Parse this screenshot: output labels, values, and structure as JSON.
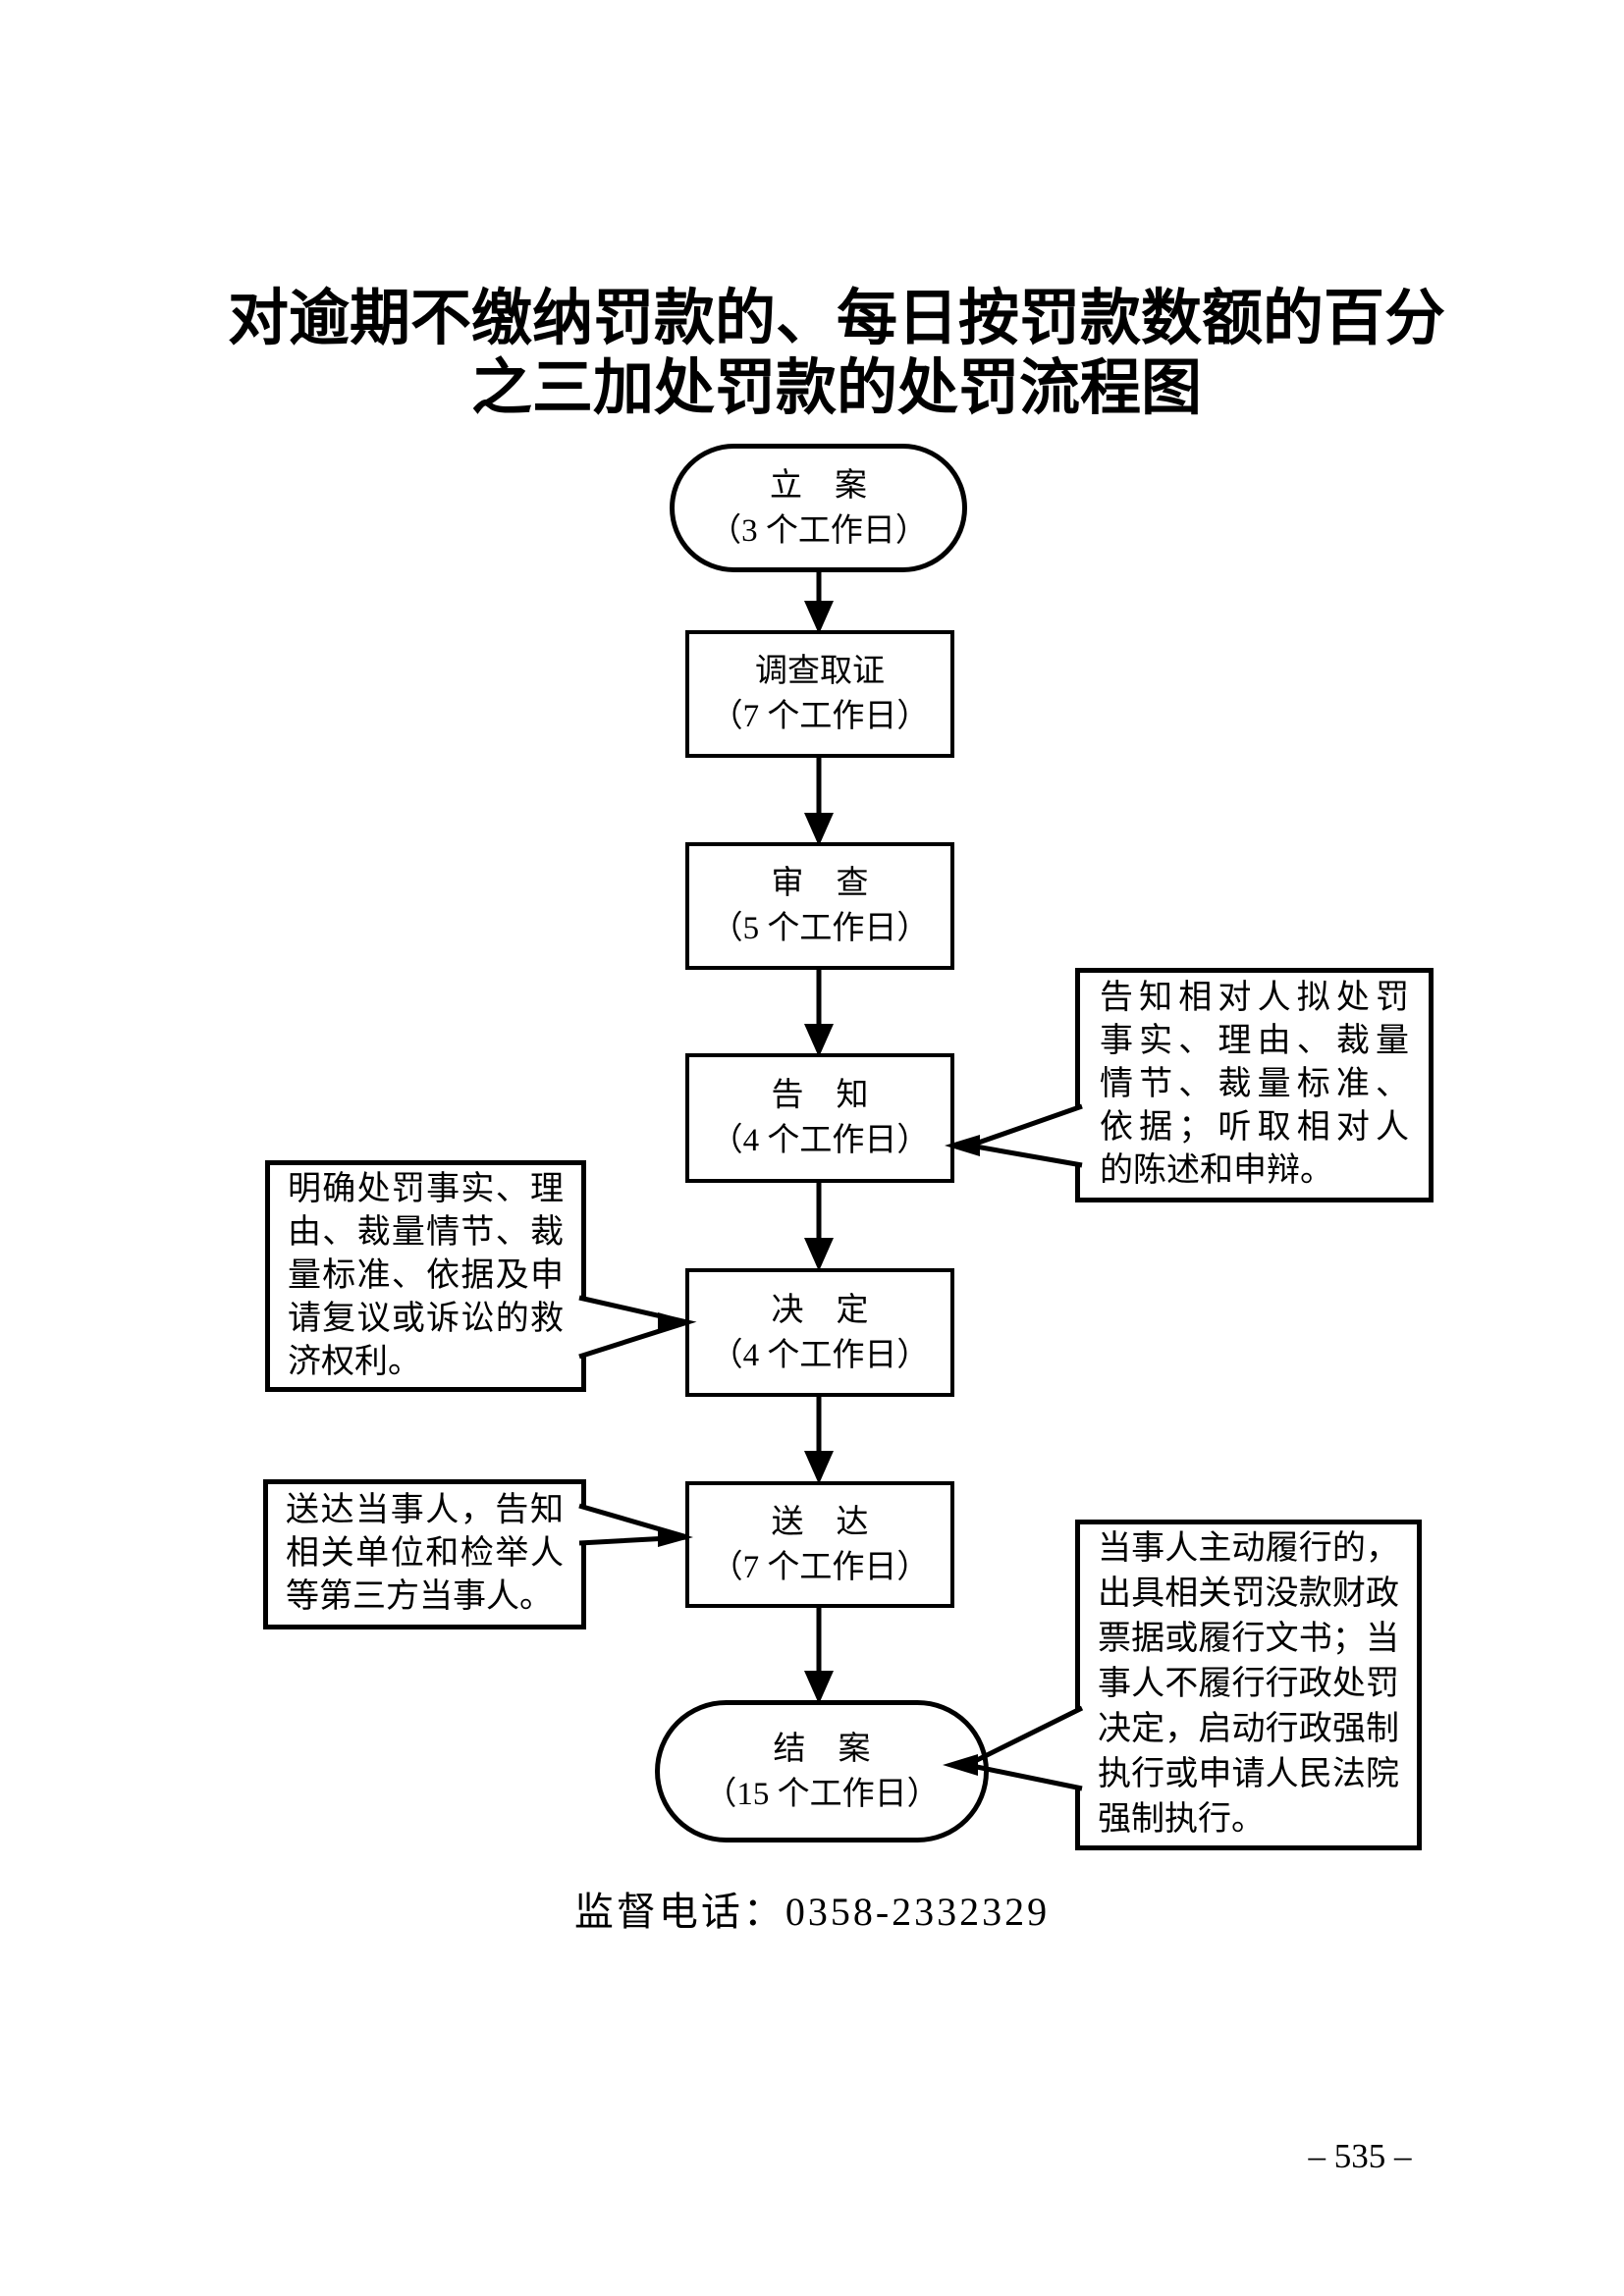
{
  "page": {
    "background": "#ffffff",
    "ink": "#000000"
  },
  "title": {
    "lines": [
      "对逾期不缴纳罚款的、每日按罚款数额的百分",
      "之三加处罚款的处罚流程图"
    ]
  },
  "flow": {
    "nodes": [
      {
        "id": "li-an",
        "shape": "stadium",
        "label": "立　案",
        "days": "（3 个工作日）"
      },
      {
        "id": "diaocha",
        "shape": "rect",
        "label": "调查取证",
        "days": "（7 个工作日）"
      },
      {
        "id": "shencha",
        "shape": "rect",
        "label": "审　查",
        "days": "（5 个工作日）"
      },
      {
        "id": "gaozhi",
        "shape": "rect",
        "label": "告　知",
        "days": "（4 个工作日）"
      },
      {
        "id": "jueding",
        "shape": "rect",
        "label": "决　定",
        "days": "（4 个工作日）"
      },
      {
        "id": "songda",
        "shape": "rect",
        "label": "送　达",
        "days": "（7 个工作日）"
      },
      {
        "id": "jie-an",
        "shape": "stadium",
        "label": "结　案",
        "days": "（15 个工作日）"
      }
    ]
  },
  "callouts": {
    "gaozhi_note": {
      "attached_to": "告知",
      "lines": [
        "告知相对人拟处罚",
        "事实、理由、裁量",
        "情节、裁量标准、",
        "依据；听取相对人",
        "的陈述和申辩。"
      ]
    },
    "jueding_note": {
      "attached_to": "决定",
      "lines": [
        "明确处罚事实、理",
        "由、裁量情节、裁",
        "量标准、依据及申",
        "请复议或诉讼的救",
        "济权利。"
      ]
    },
    "songda_note": {
      "attached_to": "送达",
      "lines": [
        "送达当事人，告知",
        "相关单位和检举人",
        "等第三方当事人。"
      ]
    },
    "jiean_note": {
      "attached_to": "结案",
      "lines": [
        "当事人主动履行的，",
        "出具相关罚没款财政",
        "票据或履行文书；当",
        "事人不履行行政处罚",
        "决定，启动行政强制",
        "执行或申请人民法院",
        "强制执行。"
      ]
    }
  },
  "footer": {
    "phone_label": "监督电话：0358-2332329",
    "page_number": "– 535 –"
  }
}
